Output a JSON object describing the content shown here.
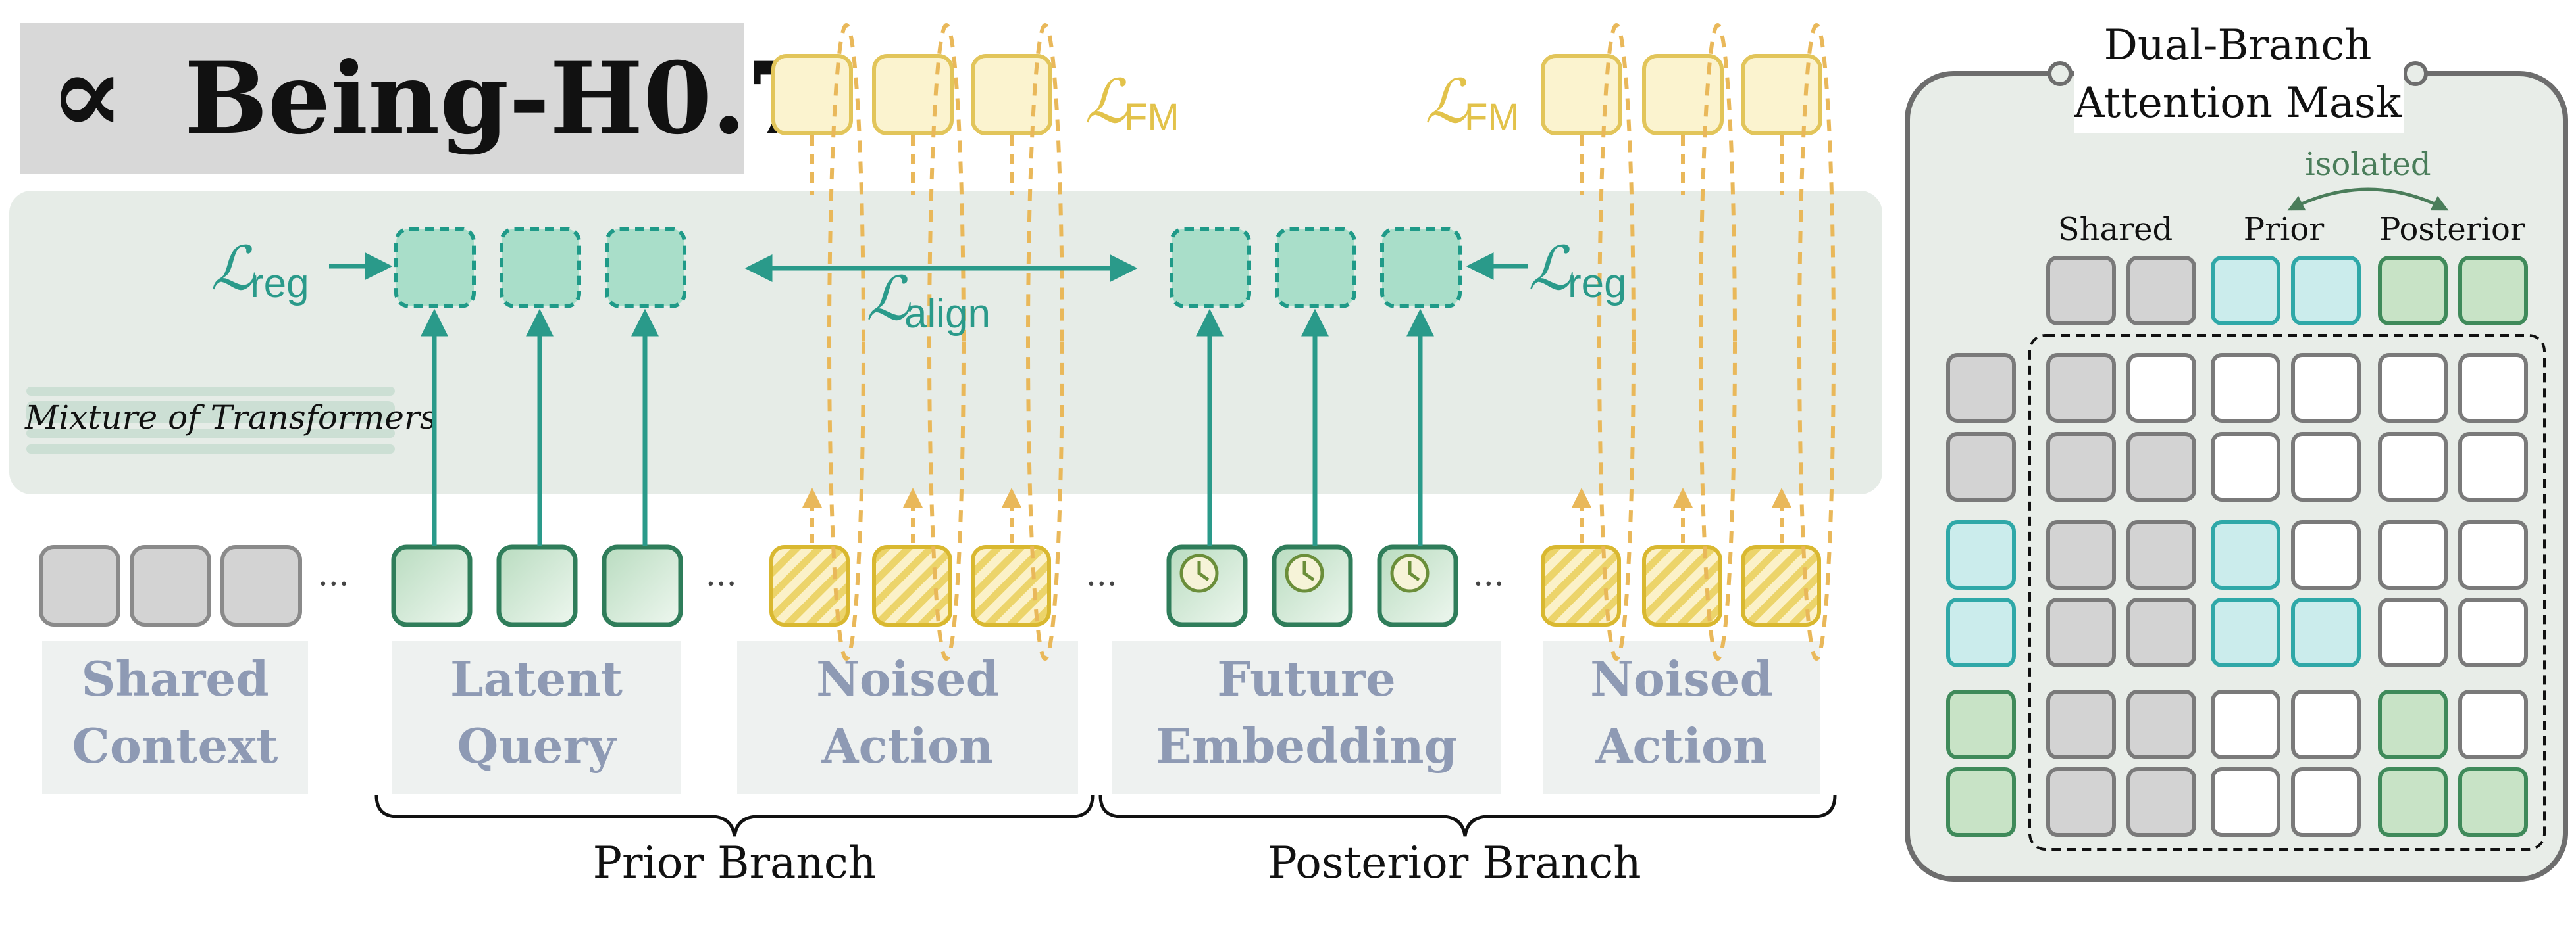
{
  "title": {
    "logo": "∝",
    "text": "Being-H0.7"
  },
  "moT_label": "Mixture of Transformers",
  "losses": {
    "fm_left": {
      "base": "ℒ",
      "sub": "FM"
    },
    "fm_right": {
      "base": "ℒ",
      "sub": "FM"
    },
    "reg_left": {
      "base": "ℒ",
      "sub": "reg"
    },
    "reg_right": {
      "base": "ℒ",
      "sub": "reg"
    },
    "align": {
      "base": "ℒ",
      "sub": "align"
    }
  },
  "ellipsis": "···",
  "token_groups": [
    {
      "line1": "Shared",
      "line2": "Context"
    },
    {
      "line1": "Latent",
      "line2": "Query"
    },
    {
      "line1": "Noised",
      "line2": "Action"
    },
    {
      "line1": "Future",
      "line2": "Embedding"
    },
    {
      "line1": "Noised",
      "line2": "Action"
    }
  ],
  "branches": {
    "prior": "Prior Branch",
    "posterior": "Posterior Branch"
  },
  "mask_panel": {
    "title_line1": "Dual-Branch",
    "title_line2": "Attention Mask",
    "isolated": "isolated",
    "col_headers": [
      "Shared",
      "Prior",
      "Posterior"
    ],
    "row_types": [
      "shared",
      "shared",
      "prior",
      "prior",
      "posterior",
      "posterior"
    ],
    "matrix": [
      [
        "gray",
        "white",
        "white",
        "white",
        "white",
        "white"
      ],
      [
        "gray",
        "gray",
        "white",
        "white",
        "white",
        "white"
      ],
      [
        "gray",
        "gray",
        "teal",
        "white",
        "white",
        "white"
      ],
      [
        "gray",
        "gray",
        "teal",
        "teal",
        "white",
        "white"
      ],
      [
        "gray",
        "gray",
        "white",
        "white",
        "green",
        "white"
      ],
      [
        "gray",
        "gray",
        "white",
        "white",
        "green",
        "green"
      ]
    ]
  },
  "colors": {
    "teal": "#2a9a8a",
    "yellow": "#e6c24a",
    "yellow_dash": "#e9b85a",
    "label_gray": "#8e9ab4",
    "panel_bg": "#e8ede8",
    "box_bg": "#eef1f0",
    "cell_gray": "#d3d3d3",
    "cell_teal": "#cbecec",
    "cell_green": "#c8e3c6"
  }
}
